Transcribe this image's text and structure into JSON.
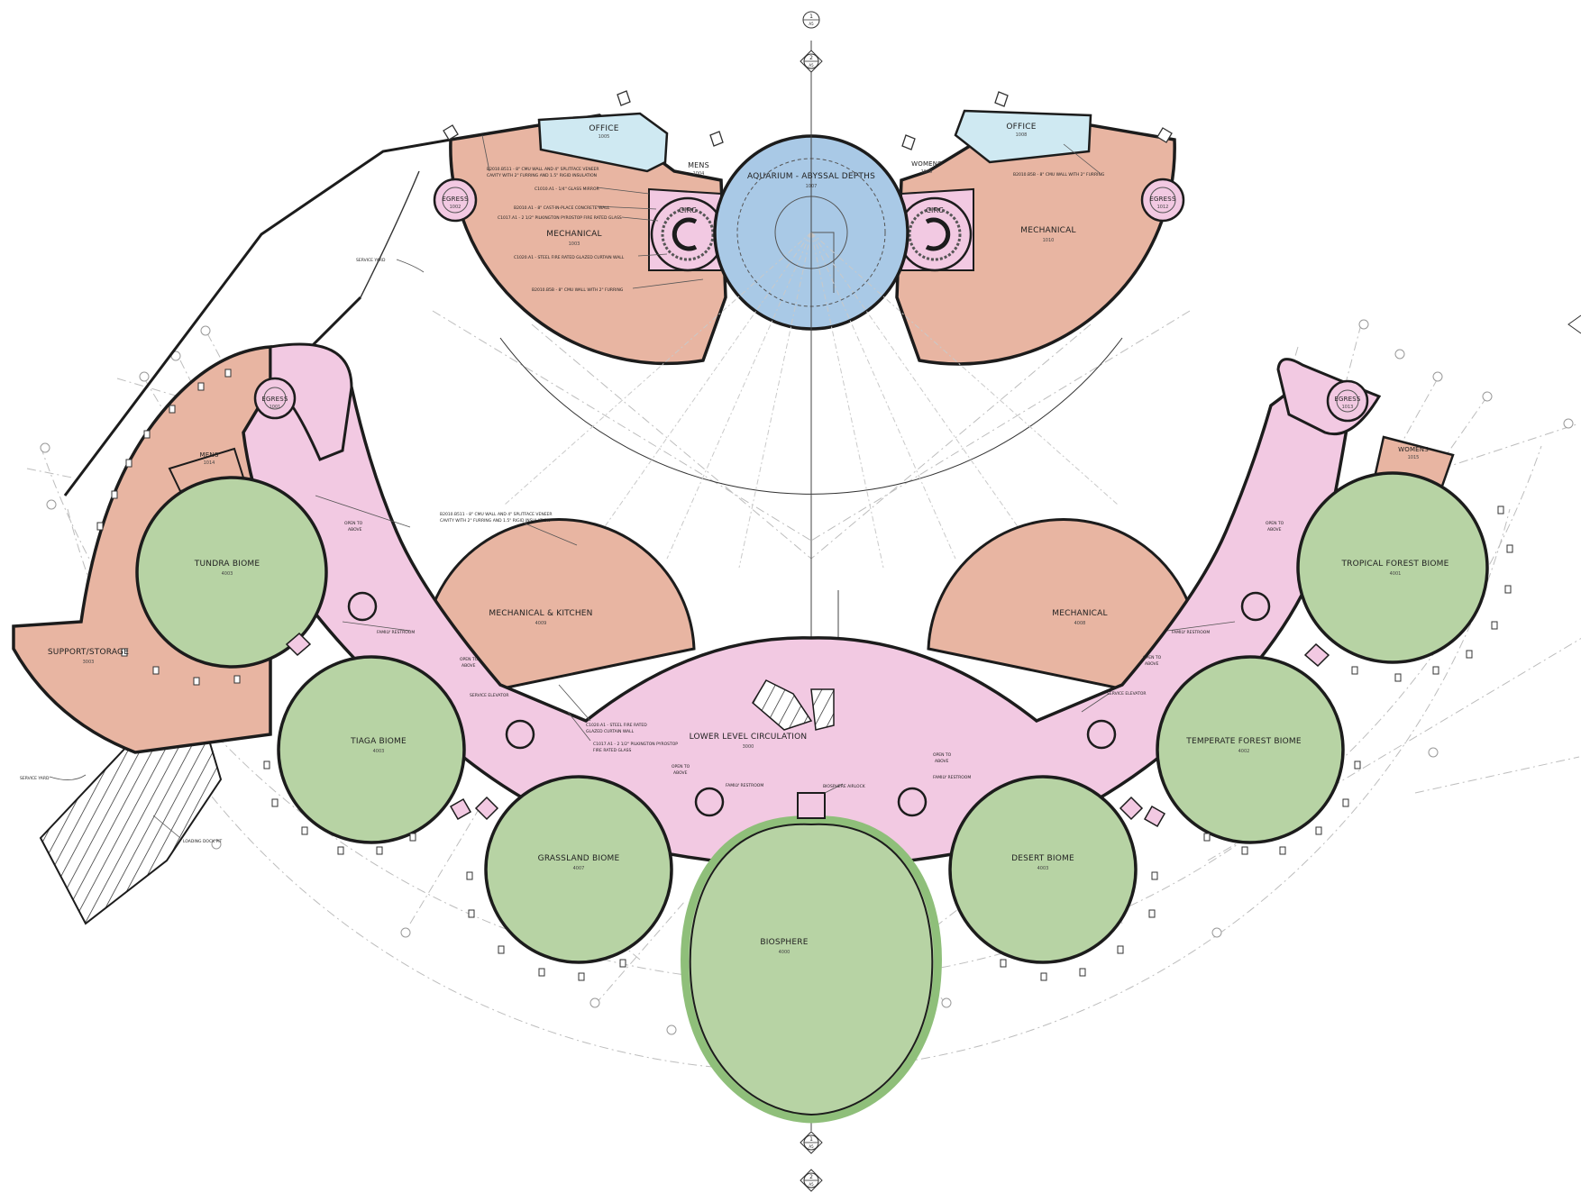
{
  "colors": {
    "mechanical": "#e8b5a2",
    "circulation": "#f2c9e2",
    "biome": "#b7d3a4",
    "aquarium": "#a9c9e6",
    "office": "#cfe9f2",
    "biosphere_ring": "#8fbf7a",
    "wall": "#1c1c1c"
  },
  "rooms": {
    "aquarium": {
      "label": "AQUARIUM - ABYSSAL DEPTHS",
      "num": "1007"
    },
    "office_left": {
      "label": "OFFICE",
      "num": "1005"
    },
    "office_right": {
      "label": "OFFICE",
      "num": "1008"
    },
    "mens_upper": {
      "label": "MENS",
      "num": "1004"
    },
    "womens_upper": {
      "label": "WOMENS",
      "num": "1009"
    },
    "mechanical_upper_left": {
      "label": "MECHANICAL",
      "num": "1003"
    },
    "mechanical_upper_right": {
      "label": "MECHANICAL",
      "num": "1010"
    },
    "egress_upper_left": {
      "label": "EGRESS",
      "num": "1002"
    },
    "egress_upper_right": {
      "label": "EGRESS",
      "num": "1012"
    },
    "egress_left": {
      "label": "EGRESS",
      "num": "1001"
    },
    "egress_right": {
      "label": "EGRESS",
      "num": "1013"
    },
    "circ_left": {
      "label": "CIRC",
      "num": ""
    },
    "circ_right": {
      "label": "CIRC",
      "num": ""
    },
    "mens_lower": {
      "label": "MENS",
      "num": "1014"
    },
    "womens_lower": {
      "label": "WOMENS",
      "num": "1015"
    },
    "tundra": {
      "label": "TUNDRA BIOME",
      "num": "4003"
    },
    "tiaga": {
      "label": "TIAGA BIOME",
      "num": "4003"
    },
    "grassland": {
      "label": "GRASSLAND BIOME",
      "num": "4007"
    },
    "biosphere": {
      "label": "BIOSPHERE",
      "num": "4000"
    },
    "desert": {
      "label": "DESERT BIOME",
      "num": "4003"
    },
    "temperate": {
      "label": "TEMPERATE FOREST BIOME",
      "num": "4002"
    },
    "tropical": {
      "label": "TROPICAL FOREST BIOME",
      "num": "4001"
    },
    "mech_kitchen": {
      "label": "MECHANICAL & KITCHEN",
      "num": "4009"
    },
    "mech_lower_right": {
      "label": "MECHANICAL",
      "num": "4008"
    },
    "lower_circ": {
      "label": "LOWER LEVEL CIRCULATION",
      "num": "3000"
    },
    "support": {
      "label": "SUPPORT/STORAGE",
      "num": "3003"
    }
  },
  "notes": {
    "wall_cmu_veneer_1": "B2010.B511 - 8\" CMU WALL AND 4\" SPLITFACE VENEER",
    "wall_cmu_veneer_2": "CAVITY WITH 2\" FURRING AND 1.5\" RIGID INSULATION",
    "glass_mirror": "C1010.A1 - 1/4\" GLASS MIRROR",
    "cast_concrete": "B2010.A1 - 8\" CAST-IN-PLACE CONCRETE WALL",
    "pyrostop": "C1017.A1 - 2 1/2\" PILKINGTON PYROSTOP FIRE RATED GLASS",
    "curtain_wall": "C1020.A1 - STEEL FIRE RATED GLAZED CURTAIN WALL",
    "cmu_furring": "B2010.B5B - 8\" CMU WALL WITH 2\" FURRING",
    "cmu_furring_right": "B2010.B5B - 8\" CMU WALL WITH 2\" FURRING",
    "service_yard_top": "SERVICE YARD",
    "service_yard_bottom": "SERVICE YARD",
    "loading_dock": "LOADING DOCK PIT",
    "lower_wall_1": "B2010.B511 - 8\" CMU WALL AND 4\" SPLITFACE VENEER",
    "lower_wall_2": "CAVITY WITH 2\" FURRING AND 1.5\" RIGID INSULATION",
    "open_above_1": "OPEN TO",
    "open_above_1b": "ABOVE",
    "open_above_2": "OPEN TO",
    "open_above_2b": "ABOVE",
    "open_above_3": "OPEN TO",
    "open_above_3b": "ABOVE",
    "open_above_4": "OPEN TO",
    "open_above_4b": "ABOVE",
    "open_above_5": "OPEN TO",
    "open_above_5b": "ABOVE",
    "open_above_6": "OPEN TO",
    "open_above_6b": "ABOVE",
    "family_restroom_1": "FAMILY RESTROOM",
    "family_restroom_2": "FAMILY RESTROOM",
    "family_restroom_3": "FAMILY RESTROOM",
    "family_restroom_4": "FAMILY RESTROOM",
    "service_elevator_left": "SERVICE ELEVATOR",
    "service_elevator_right": "SERVICE ELEVATOR",
    "steel_curtain_1": "C1020.A1 - STEEL FIRE RATED",
    "steel_curtain_2": "GLAZED CURTAIN WALL",
    "pyrostop_lower_1": "C1017.A1 - 2 1/2\" PILKINGTON PYROSTOP",
    "pyrostop_lower_2": "FIRE RATED GLASS",
    "biosphere_airlock": "BIOSPHERE AIRLOCK"
  },
  "section_markers": {
    "top_1": {
      "num": "1",
      "sheet": "A5"
    },
    "top_2": {
      "num": "2",
      "sheet": "A5"
    },
    "bottom_1": {
      "num": "1",
      "sheet": "A5"
    },
    "bottom_2": {
      "num": "2",
      "sheet": "A5"
    }
  }
}
